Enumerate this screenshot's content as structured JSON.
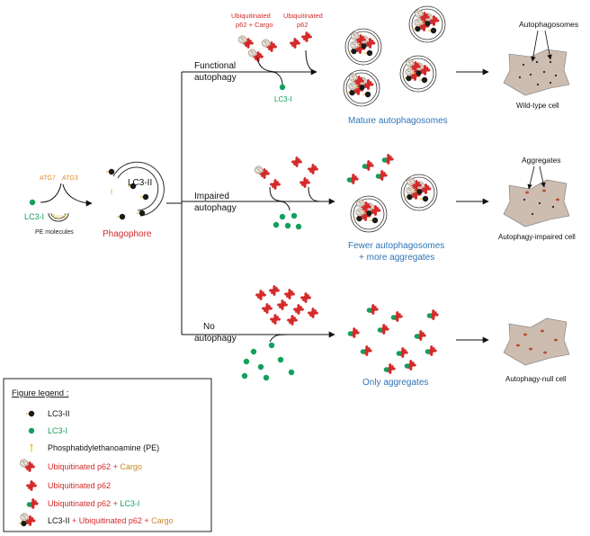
{
  "colors": {
    "lc3ii": "#1a1a1a",
    "lc3i": "#12a05c",
    "p62": "#d42a2a",
    "cargo": "#c8a882",
    "pe": "#f2c12e",
    "cell": "#ccbdb0",
    "aggregate_dot": "#b84a2e",
    "label_red": "#d22b2b",
    "label_blue": "#2f74b5",
    "label_orange": "#e08a1e",
    "label_green": "#12a05c"
  },
  "icons": [
    "lc3-ii-icon",
    "lc3-i-icon",
    "pe-icon",
    "ubiquitinated-p62-icon",
    "cargo-icon",
    "autophagosome-icon",
    "cell-icon"
  ],
  "left": {
    "lc3i": "LC3-I",
    "atg7": "ATG7",
    "atg3": "ATG3",
    "pe_molecules": "PE molecules",
    "lc3ii": "LC3-II",
    "phagophore": "Phagophore"
  },
  "functional": {
    "label_line1": "Functional",
    "label_line2": "autophagy",
    "ub_cargo_line1": "Ubiquitinated",
    "ub_cargo_line2": "p62 + Cargo",
    "ub_p62_line1": "Ubiquitinated",
    "ub_p62_line2": "p62",
    "lc3i": "LC3-I",
    "result": "Mature autophagosomes",
    "cell_callout": "Autophagosomes",
    "cell_label": "Wild-type cell"
  },
  "impaired": {
    "label_line1": "Impaired",
    "label_line2": "autophagy",
    "result_line1": "Fewer autophagosomes",
    "result_line2": "+ more aggregates",
    "cell_callout": "Aggregates",
    "cell_label": "Autophagy-impaired cell"
  },
  "none": {
    "label_line1": "No",
    "label_line2": "autophagy",
    "result": "Only aggregates",
    "cell_label": "Autophagy-null cell"
  },
  "legend": {
    "title": "Figure legend :",
    "lc3ii": "LC3-II",
    "lc3i": "LC3-I",
    "pe": "Phosphatidylethanoamine (PE)",
    "ub_p62": "Ubiquitinated p62",
    "plus": " + ",
    "cargo": "Cargo",
    "lc3i_short": "LC3-I",
    "lc3ii_short": "LC3-II"
  }
}
